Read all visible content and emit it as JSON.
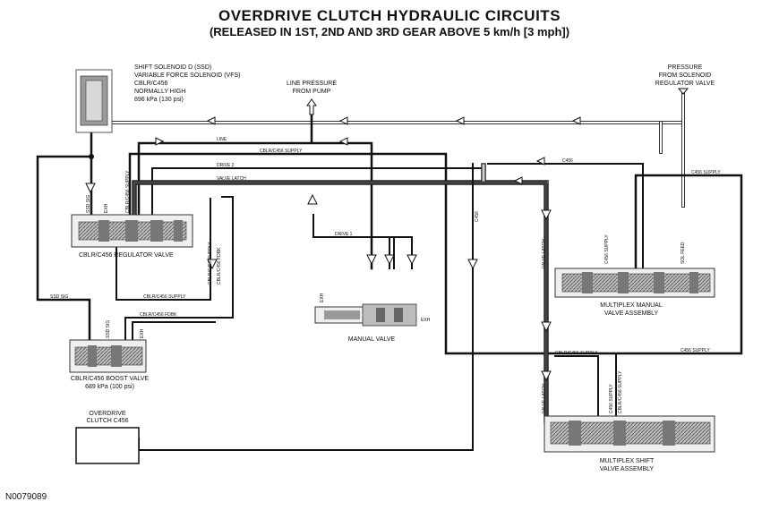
{
  "title": "OVERDRIVE CLUTCH HYDRAULIC CIRCUITS",
  "subtitle": "(RELEASED IN 1ST, 2ND AND 3RD GEAR ABOVE 5 km/h [3 mph])",
  "figure_id": "N0079089",
  "solenoid": {
    "line1": "SHIFT SOLENOID D (SSD)",
    "line2": "VARIABLE FORCE SOLENOID (VFS)",
    "line3": "CBLR/C456",
    "line4": "NORMALLY HIGH",
    "line5": "896 kPa (130 psi)"
  },
  "line_pressure": {
    "line1": "LINE PRESSURE",
    "line2": "FROM PUMP"
  },
  "pressure_from_solenoid": {
    "line1": "PRESSURE",
    "line2": "FROM SOLENOID",
    "line3": "REGULATOR VALVE"
  },
  "components": {
    "regulator_valve": "CBLR/C456 REGULATOR VALVE",
    "boost_valve": "CBLR/C456 BOOST VALVE",
    "boost_pressure": "689 kPa (100 psi)",
    "od_clutch_l1": "OVERDRIVE",
    "od_clutch_l2": "CLUTCH C456",
    "manual_valve": "MANUAL VALVE",
    "multiplex_manual_l1": "MULTIPLEX MANUAL",
    "multiplex_manual_l2": "VALVE ASSEMBLY",
    "multiplex_shift_l1": "MULTIPLEX SHIFT",
    "multiplex_shift_l2": "VALVE ASSEMBLY"
  },
  "circuits": {
    "line": "LINE",
    "supply": "CBLR/C456 SUPPLY",
    "drive2": "DRIVE 2",
    "valve_latch": "VALVE LATCH",
    "drive1": "DRIVE 1",
    "c456": "C456",
    "c456_supply": "C456 SUPPLY",
    "ssd_sig": "SSD SIG",
    "fdbk": "CBLR/C456 FDBK",
    "exh": "EXH",
    "c456_v": "C456",
    "supply_v": "CBLR/C456 SUPPLY",
    "fdbk_v": "CBLR/C456 FDBK",
    "sol_feed": "SOL FEED"
  }
}
